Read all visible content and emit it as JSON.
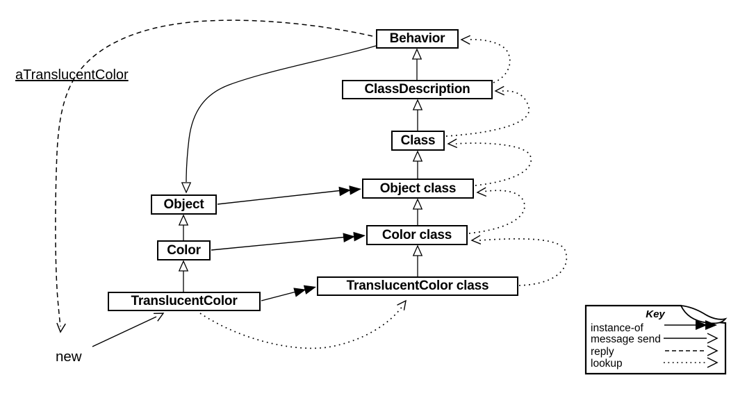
{
  "nodes": {
    "behavior": "Behavior",
    "class_description": "ClassDescription",
    "class": "Class",
    "object_class": "Object class",
    "color_class": "Color class",
    "translucent_color_class": "TranslucentColor class",
    "object": "Object",
    "color": "Color",
    "translucent_color": "TranslucentColor"
  },
  "labels": {
    "instance": "aTranslucentColor",
    "new_message": "new"
  },
  "key": {
    "title": "Key",
    "rows": [
      {
        "label": "instance-of",
        "style": "solid line, double filled arrowheads"
      },
      {
        "label": "message send",
        "style": "solid line, open arrowhead"
      },
      {
        "label": "reply",
        "style": "dashed line, open arrowhead"
      },
      {
        "label": "lookup",
        "style": "dotted line, open arrowhead"
      }
    ]
  },
  "colors": {
    "ink": "#000000",
    "background": "#ffffff"
  }
}
